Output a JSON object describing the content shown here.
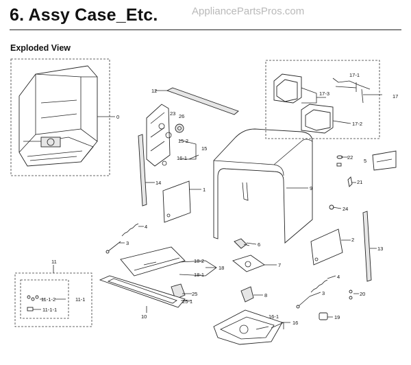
{
  "heading": "6.  Assy Case_Etc.",
  "watermark": "AppliancePartsPros.com",
  "subtitle": "Exploded View",
  "callouts": {
    "c0": "0",
    "c1": "1",
    "c2": "2",
    "c3a": "3",
    "c3b": "3",
    "c4a": "4",
    "c4b": "4",
    "c5": "5",
    "c6": "6",
    "c7": "7",
    "c8": "8",
    "c9": "9",
    "c10": "10",
    "c11": "11",
    "c11_1": "11-1",
    "c11_1_1": "11-1-1",
    "c11_1_2": "11-1-2",
    "c12": "12",
    "c13": "13",
    "c14": "14",
    "c15": "15",
    "c15_2": "15-2",
    "c16": "16",
    "c16_1": "16-1",
    "c16_1b": "16-1",
    "c17": "17",
    "c17_1": "17-1",
    "c17_2": "17-2",
    "c17_3": "17-3",
    "c18": "18",
    "c18_1": "18-1",
    "c18_2": "18-2",
    "c19": "19",
    "c20": "20",
    "c21": "21",
    "c22": "22",
    "c23": "23",
    "c24": "24",
    "c25": "25",
    "c25_1": "25-1",
    "c26": "26"
  }
}
